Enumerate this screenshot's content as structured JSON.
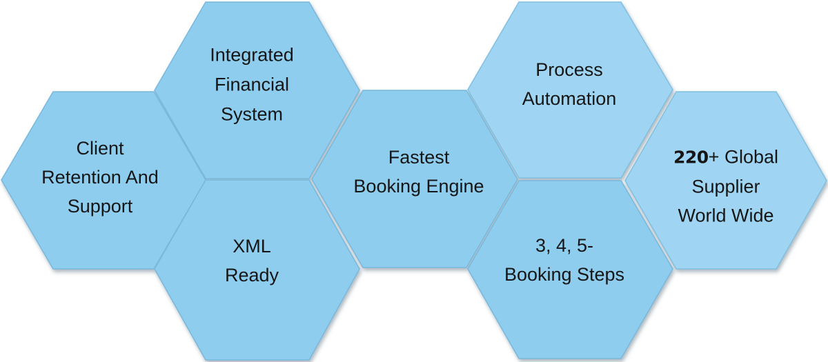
{
  "colors": {
    "hex_fill": "#8ecdee",
    "hex_fill_light": "#9fd5f2",
    "hex_edge": "#6aa9cc",
    "text": "#161616"
  },
  "hexagons": [
    {
      "id": "client-retention",
      "lines": [
        "Client",
        "Retention And",
        "Support"
      ]
    },
    {
      "id": "integrated-financial",
      "lines": [
        "Integrated",
        "Financial",
        "System"
      ]
    },
    {
      "id": "xml-ready",
      "lines": [
        "XML",
        "Ready"
      ]
    },
    {
      "id": "fastest-booking",
      "lines": [
        "Fastest",
        "Booking Engine"
      ]
    },
    {
      "id": "process-automation",
      "lines": [
        "Process",
        "Automation"
      ]
    },
    {
      "id": "booking-steps",
      "lines": [
        "3, 4, 5-",
        "Booking Steps"
      ]
    },
    {
      "id": "global-supplier",
      "number": "220",
      "lines": [
        "+ Global",
        "Supplier",
        "World Wide"
      ]
    }
  ]
}
